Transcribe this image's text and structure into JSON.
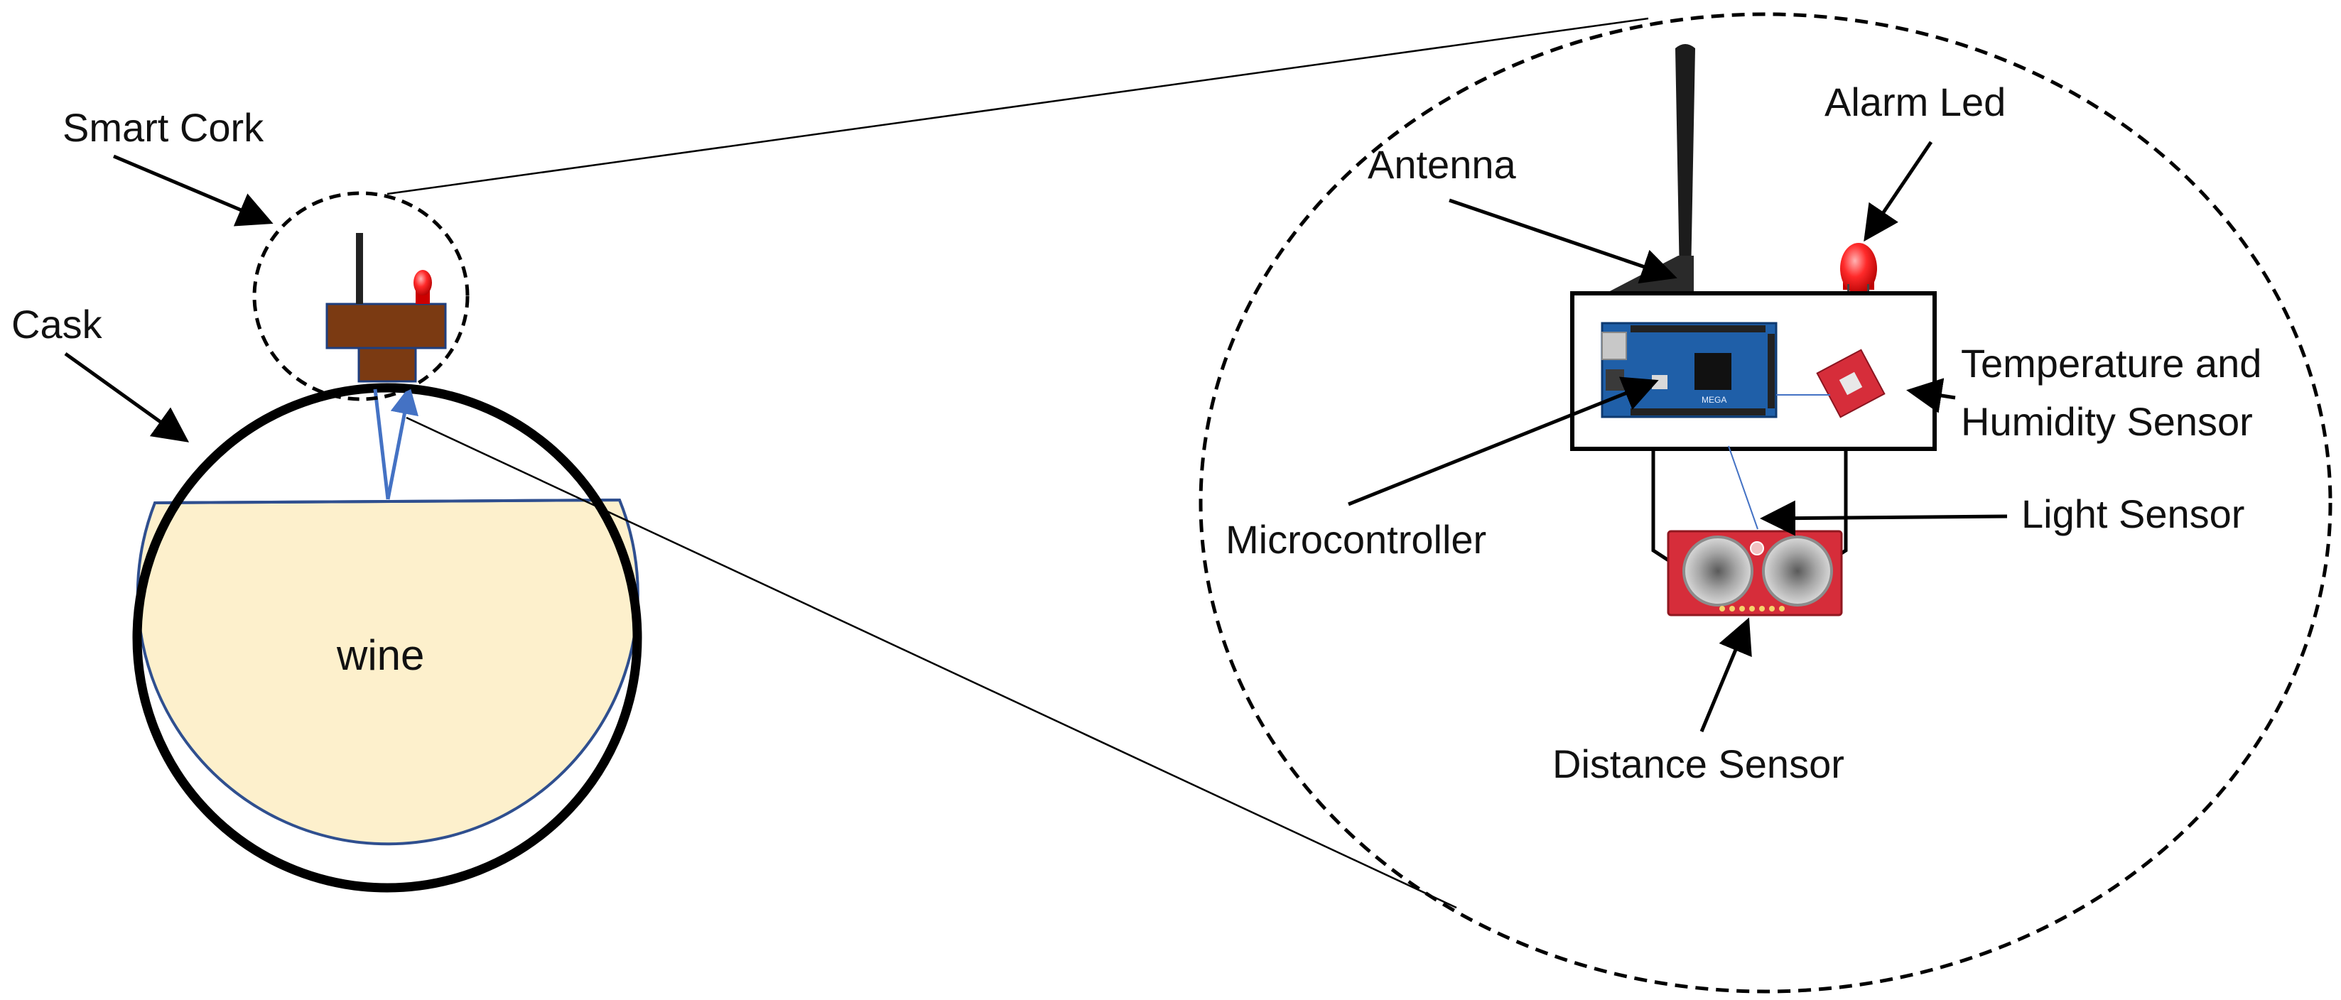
{
  "labels": {
    "smart_cork": "Smart Cork",
    "cask": "Cask",
    "wine": "wine",
    "antenna": "Antenna",
    "alarm_led": "Alarm Led",
    "temp_humidity_line1": "Temperature and",
    "temp_humidity_line2": "Humidity Sensor",
    "microcontroller": "Microcontroller",
    "light_sensor": "Light Sensor",
    "distance_sensor": "Distance Sensor"
  },
  "colors": {
    "wine_fill": "#fdf0cc",
    "cork": "#7b3a12",
    "signal_arrow": "#4472c4",
    "board_blue": "#1f5fa8",
    "sensor_red": "#d62d3a",
    "led_red": "#ff1a1a",
    "outline": "#000000"
  }
}
